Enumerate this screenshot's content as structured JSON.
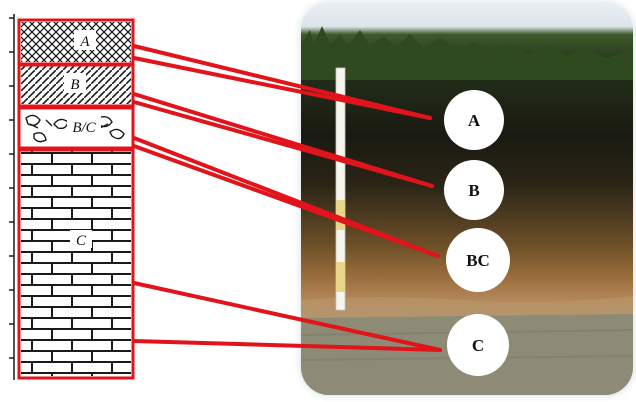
{
  "diagram": {
    "column_labels": {
      "a": "A",
      "b": "B",
      "bc": "B/C",
      "c": "C"
    },
    "circle_labels": {
      "a": "A",
      "b": "B",
      "bc": "BC",
      "c": "C"
    },
    "colors": {
      "outline_red": "#e0141a",
      "circle_fill": "#ffffff",
      "circle_text": "#111111"
    }
  }
}
